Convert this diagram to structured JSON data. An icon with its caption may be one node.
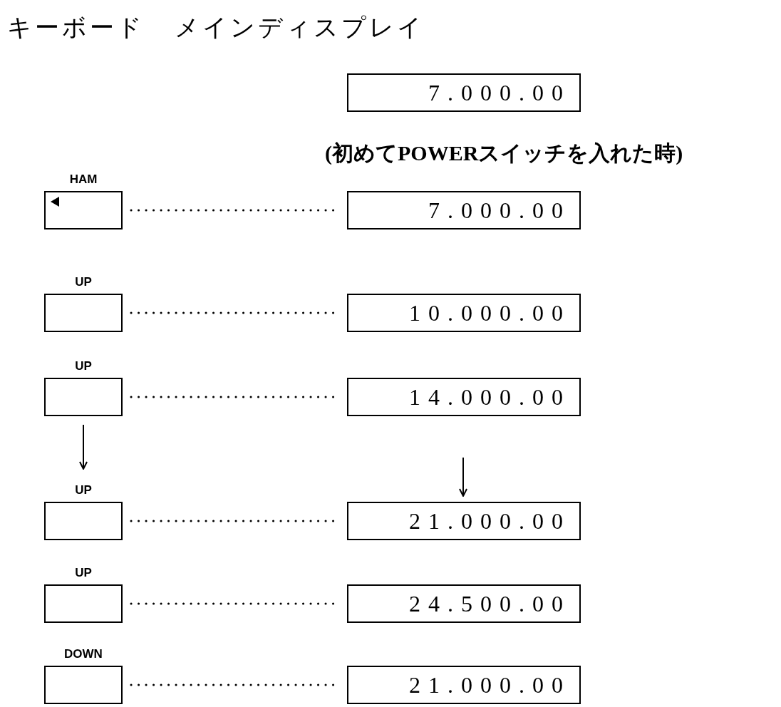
{
  "diagram": {
    "nodes": [
      {
        "text": [
          "7.000.00"
        ],
        "beside": [
          "(初めてPOWERスイッチを入れた時)"
        ]
      },
      {
        "text": [
          "HAM"
        ]
      },
      {
        "text": [
          "7.000.00"
        ]
      },
      {
        "text": [
          "UP"
        ]
      },
      {
        "text": [
          "10.000.00"
        ]
      },
      {
        "text": [
          "UP"
        ]
      },
      {
        "text": [
          "14.000.00"
        ]
      },
      {
        "text": [
          "UP"
        ]
      },
      {
        "text": [
          "21.000.00"
        ]
      },
      {
        "text": [
          "UP"
        ]
      },
      {
        "text": [
          "24.500.00"
        ]
      },
      {
        "text": [
          "DOWN"
        ]
      },
      {
        "text": [
          "21.000.00"
        ]
      }
    ],
    "edges": [
      {
        "from": 1,
        "to": 2,
        "arrow": "none",
        "style": "dashed"
      },
      {
        "from": 3,
        "to": 4,
        "arrow": "none",
        "style": "dashed"
      },
      {
        "from": 5,
        "to": 6,
        "arrow": "none",
        "style": "dashed"
      },
      {
        "from": 7,
        "to": 8,
        "arrow": "none",
        "style": "dashed"
      },
      {
        "from": 9,
        "to": 10,
        "arrow": "none",
        "style": "dashed"
      },
      {
        "from": 11,
        "to": 12,
        "arrow": "none",
        "style": "dashed"
      },
      {
        "from": 5,
        "to": 7,
        "arrow": "to"
      },
      {
        "from": null,
        "to": 8,
        "arrow": "to"
      }
    ],
    "labels": [
      "キーボード",
      "メインディスプレイ"
    ]
  }
}
